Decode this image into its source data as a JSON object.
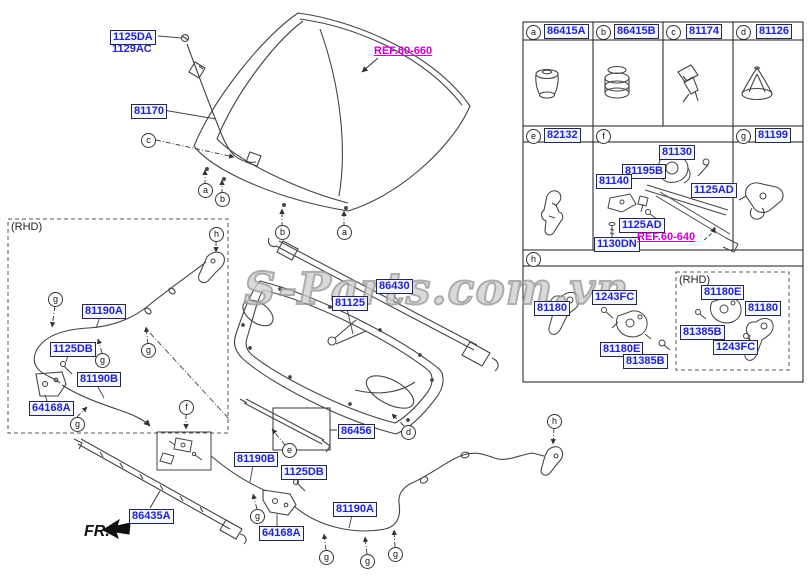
{
  "page": {
    "watermark": "S-Parts.com.vn",
    "fr": "FR."
  },
  "colors": {
    "label_blue": "#2323cc",
    "ref_magenta": "#cc00cc",
    "line": "#444444",
    "watermark_gray": "#969696"
  },
  "diagram": {
    "labels": [
      {
        "text": "1125DA",
        "style": "box"
      },
      {
        "text": "1129AC",
        "style": "plain"
      },
      {
        "text": "81170",
        "style": "box"
      },
      {
        "text": "REF.60-660",
        "style": "ref"
      },
      {
        "text": "86430",
        "style": "box"
      },
      {
        "text": "81125",
        "style": "box"
      },
      {
        "text": "(RHD)",
        "style": "black"
      },
      {
        "text": "81190A",
        "style": "box"
      },
      {
        "text": "1125DB",
        "style": "box"
      },
      {
        "text": "81190B",
        "style": "box"
      },
      {
        "text": "64168A",
        "style": "box"
      },
      {
        "text": "86456",
        "style": "box"
      },
      {
        "text": "86435A",
        "style": "box"
      },
      {
        "text": "81190B",
        "style": "box"
      },
      {
        "text": "1125DB",
        "style": "box"
      },
      {
        "text": "64168A",
        "style": "box"
      },
      {
        "text": "81190A",
        "style": "box"
      }
    ],
    "callouts": [
      "c",
      "a",
      "b",
      "b",
      "a",
      "h",
      "g",
      "g",
      "g",
      "g",
      "f",
      "e",
      "d",
      "g",
      "g",
      "g",
      "g",
      "h"
    ]
  },
  "table": {
    "row1": [
      {
        "letter": "a",
        "part": "86415A"
      },
      {
        "letter": "b",
        "part": "86415B"
      },
      {
        "letter": "c",
        "part": "81174"
      },
      {
        "letter": "d",
        "part": "81126"
      }
    ],
    "row2_e": {
      "letter": "e",
      "part": "82132"
    },
    "row2_f": {
      "letter": "f",
      "labels": [
        "81130",
        "81195B",
        "81140",
        "1125AD",
        "1125AD",
        "1130DN"
      ],
      "ref": "REF.60-640"
    },
    "row2_g": {
      "letter": "g",
      "part": "81199"
    },
    "row3": {
      "letter": "h",
      "labels": [
        "81180",
        "1243FC",
        "81180E",
        "81385B"
      ],
      "rhd_title": "(RHD)",
      "rhd_labels": [
        "81180E",
        "81180",
        "81385B",
        "1243FC"
      ]
    }
  }
}
